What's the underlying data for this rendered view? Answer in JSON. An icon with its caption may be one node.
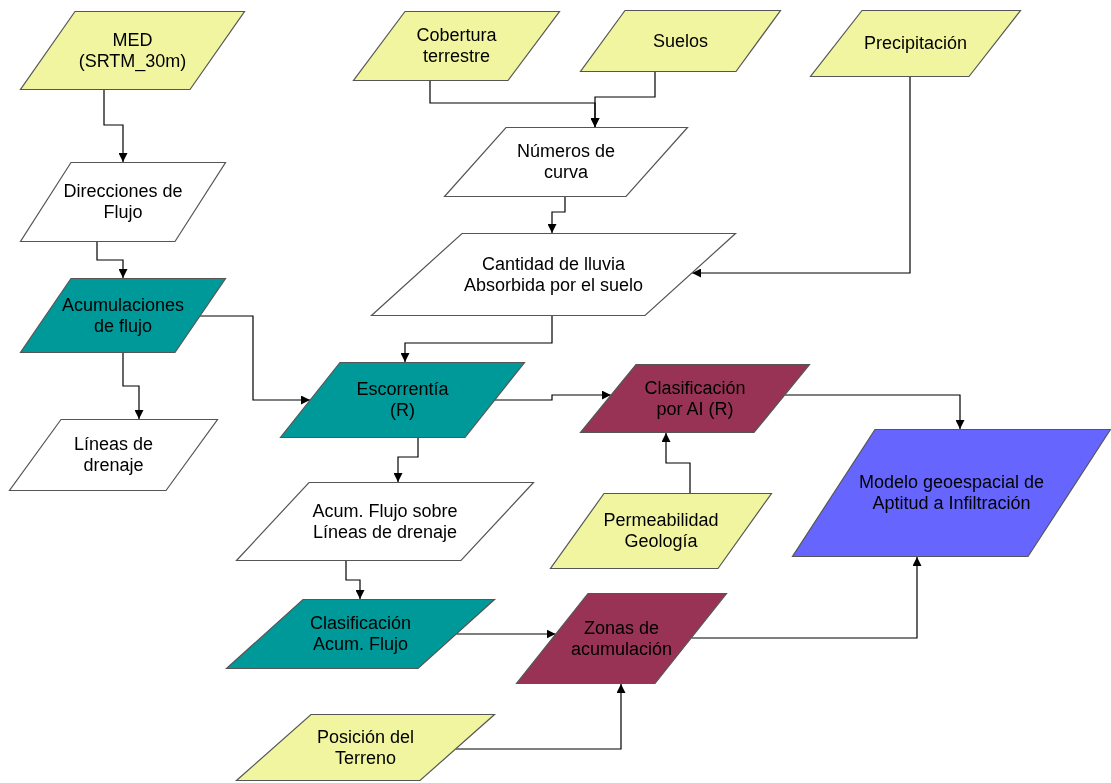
{
  "diagram": {
    "nodes": [
      {
        "text": [
          "MED (SRTM_30m)"
        ]
      },
      {
        "text": [
          "Cobertura terrestre"
        ]
      },
      {
        "text": [
          "Suelos"
        ]
      },
      {
        "text": [
          "Precipitación"
        ]
      },
      {
        "text": [
          "Números de curva"
        ]
      },
      {
        "text": [
          "Direcciones de Flujo"
        ]
      },
      {
        "text": [
          "Cantidad de lluvia Absorbida por el suelo"
        ]
      },
      {
        "text": [
          "Acumulaciones de flujo"
        ]
      },
      {
        "text": [
          "Escorrentía (R)"
        ]
      },
      {
        "text": [
          "Clasificación por AI (R)"
        ]
      },
      {
        "text": [
          "Líneas de drenaje"
        ]
      },
      {
        "text": [
          "Modelo geoespacial de Aptitud a Infiltración"
        ]
      },
      {
        "text": [
          "Acum. Flujo sobre Líneas de drenaje"
        ]
      },
      {
        "text": [
          "Permeabilidad Geología"
        ]
      },
      {
        "text": [
          "Clasificación Acum. Flujo"
        ]
      },
      {
        "text": [
          "Zonas de acumulación"
        ]
      },
      {
        "text": [
          "Posición del Terreno"
        ]
      }
    ],
    "edges": [
      {
        "from": 0,
        "to": 5,
        "arrow": "to"
      },
      {
        "from": 1,
        "to": 4,
        "arrow": "to"
      },
      {
        "from": 2,
        "to": 4,
        "arrow": "to"
      },
      {
        "from": 5,
        "to": 7,
        "arrow": "to"
      },
      {
        "from": 4,
        "to": 6,
        "arrow": "to"
      },
      {
        "from": 3,
        "to": 6,
        "arrow": "to"
      },
      {
        "from": 7,
        "to": 10,
        "arrow": "to"
      },
      {
        "from": 7,
        "to": 8,
        "arrow": "to"
      },
      {
        "from": 6,
        "to": 8,
        "arrow": "to"
      },
      {
        "from": 8,
        "to": 9,
        "arrow": "to"
      },
      {
        "from": 9,
        "to": 11,
        "arrow": "to"
      },
      {
        "from": 13,
        "to": 9,
        "arrow": "to"
      },
      {
        "from": 8,
        "to": 12,
        "arrow": "to"
      },
      {
        "from": 12,
        "to": 14,
        "arrow": "to"
      },
      {
        "from": 14,
        "to": 15,
        "arrow": "to"
      },
      {
        "from": 16,
        "to": 15,
        "arrow": "to"
      },
      {
        "from": 15,
        "to": 11,
        "arrow": "to"
      }
    ]
  }
}
